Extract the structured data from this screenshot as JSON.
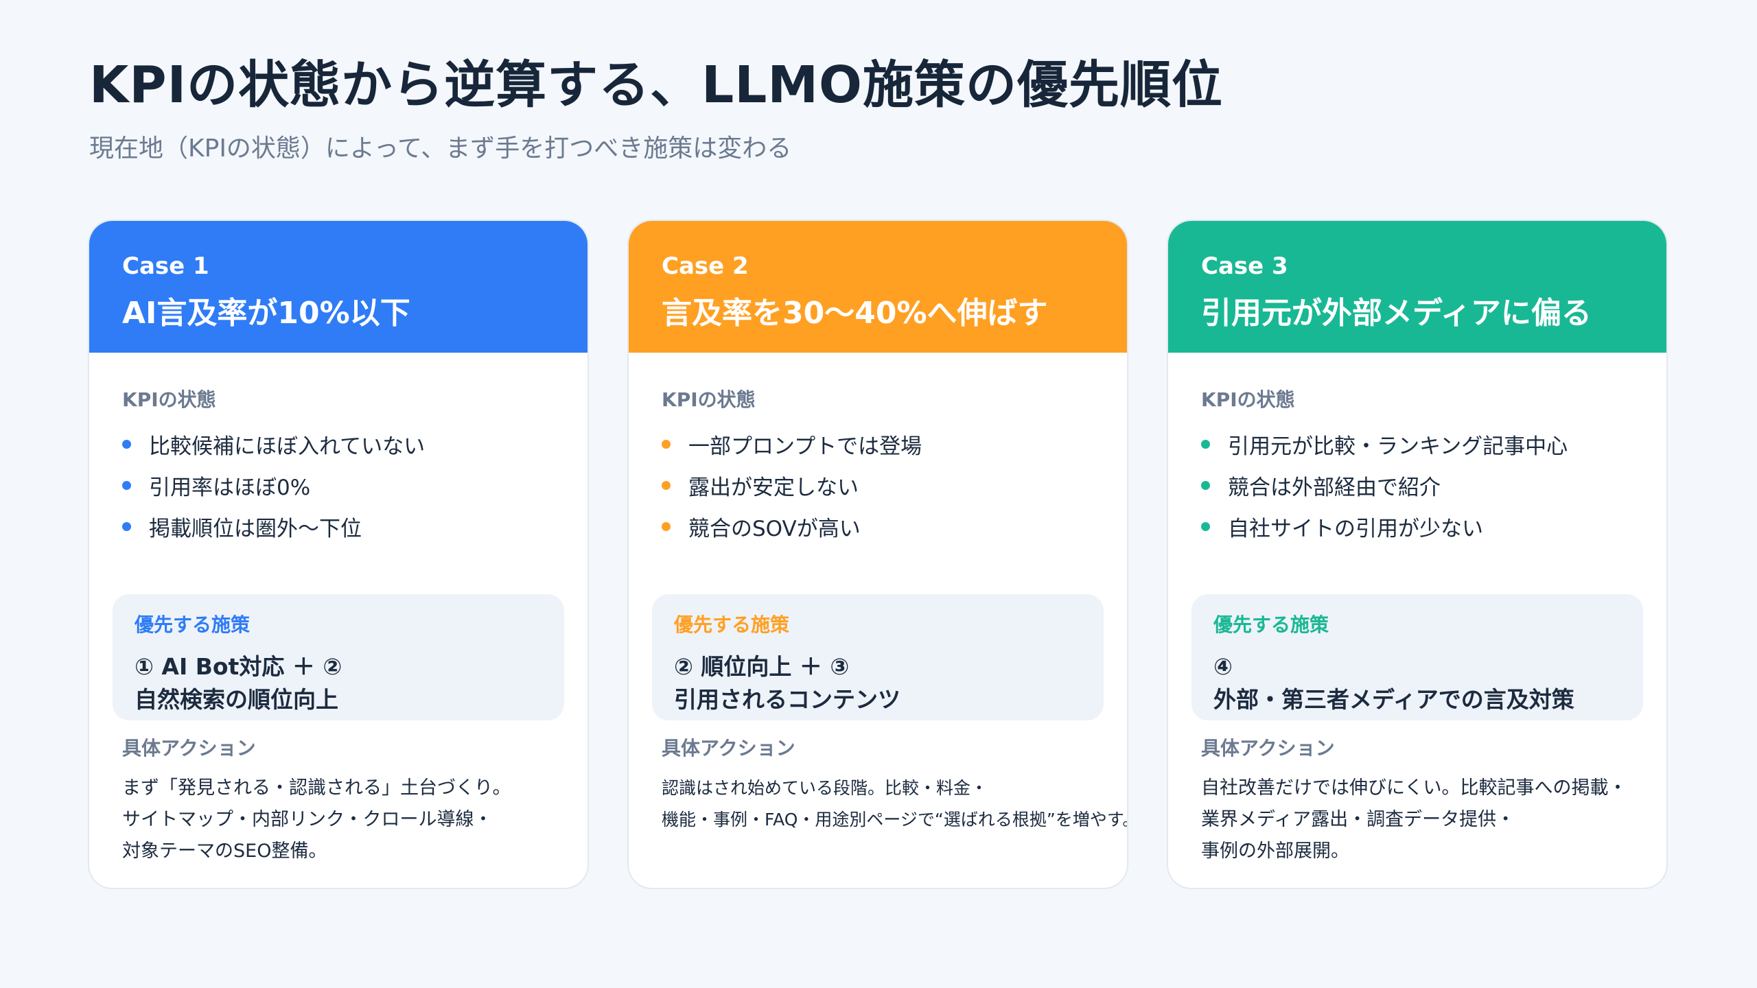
{
  "title": "KPIの状態から逆算する、LLMO施策の優先順位",
  "subtitle": "現在地（KPIの状態）によって、まず手を打つべき施策は変わる",
  "labels": {
    "kpi": "KPIの状態",
    "priority": "優先する施策",
    "actions": "具体アクション"
  },
  "colors": {
    "case1": "#2f7cf6",
    "case2": "#ffa023",
    "case3": "#19b894"
  },
  "cases": [
    {
      "label": "Case 1",
      "title": "AI言及率が10%以下",
      "kpi": [
        "比較候補にほぼ入れていない",
        "引用率はほぼ0%",
        "掲載順位は圏外〜下位"
      ],
      "priority": [
        "① AI Bot対応 ＋ ②",
        "自然検索の順位向上"
      ],
      "actions": [
        "まず「発見される・認識される」土台づくり。",
        "サイトマップ・内部リンク・クロール導線・",
        "対象テーマのSEO整備。"
      ]
    },
    {
      "label": "Case 2",
      "title": "言及率を30〜40%へ伸ばす",
      "kpi": [
        "一部プロンプトでは登場",
        "露出が安定しない",
        "競合のSOVが高い"
      ],
      "priority": [
        "② 順位向上 ＋ ③",
        "引用されるコンテンツ"
      ],
      "actions": [
        "認識はされ始めている段階。比較・料金・",
        "機能・事例・FAQ・用途別ページで“選ばれる根拠”を増やす。"
      ]
    },
    {
      "label": "Case 3",
      "title": "引用元が外部メディアに偏る",
      "kpi": [
        "引用元が比較・ランキング記事中心",
        "競合は外部経由で紹介",
        "自社サイトの引用が少ない"
      ],
      "priority": [
        "④",
        "外部・第三者メディアでの言及対策"
      ],
      "actions": [
        "自社改善だけでは伸びにくい。比較記事への掲載・",
        "業界メディア露出・調査データ提供・",
        "事例の外部展開。"
      ]
    }
  ]
}
